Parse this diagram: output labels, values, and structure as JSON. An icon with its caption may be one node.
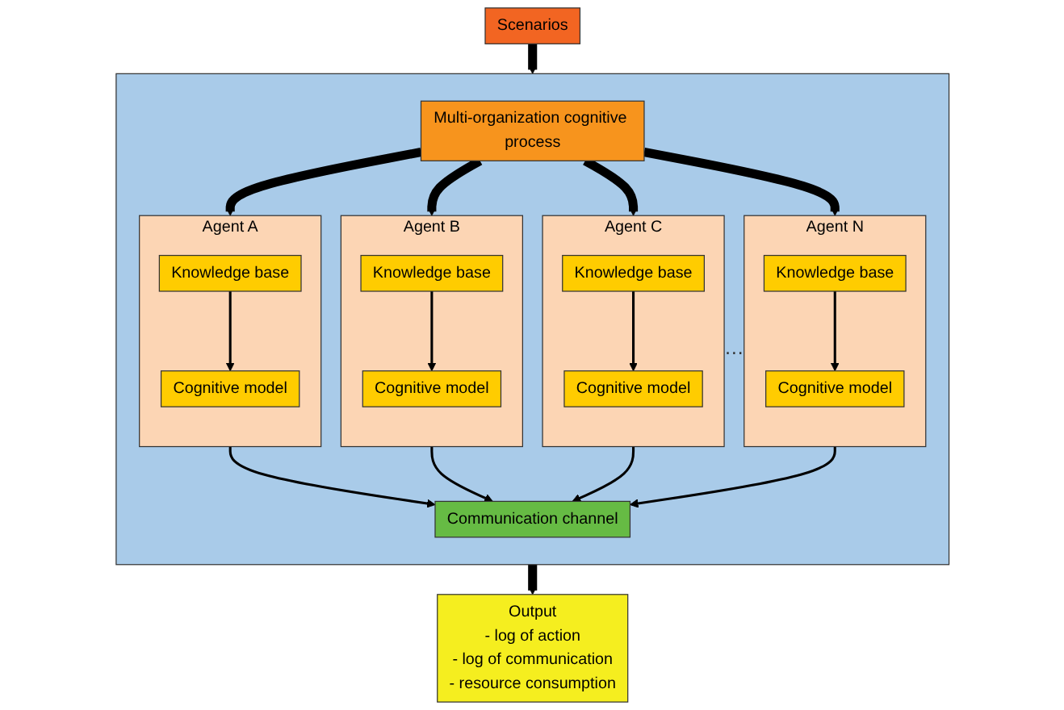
{
  "diagram": {
    "nodes": [
      {
        "text": [],
        "shape": "box"
      },
      {
        "text": [
          "Multi-organization cognitive process"
        ],
        "in": 0
      },
      {
        "text": [
          "Agent A"
        ],
        "in": 0
      },
      {
        "text": [
          "Knowledge base"
        ],
        "in": 2
      },
      {
        "text": [
          "Cognitive model"
        ],
        "in": 2
      },
      {
        "text": [
          "Agent B"
        ],
        "in": 0
      },
      {
        "text": [
          "Knowledge base"
        ],
        "in": 5
      },
      {
        "text": [
          "Cognitive model"
        ],
        "in": 5
      },
      {
        "text": [
          "Agent C"
        ],
        "in": 0
      },
      {
        "text": [
          "Knowledge base"
        ],
        "in": 8
      },
      {
        "text": [
          "Cognitive model"
        ],
        "in": 8
      },
      {
        "text": [
          "Agent N"
        ],
        "in": 0
      },
      {
        "text": [
          "Knowledge base"
        ],
        "in": 11
      },
      {
        "text": [
          "Cognitive model"
        ],
        "in": 11
      },
      {
        "text": [
          "Communication channel"
        ],
        "in": 0
      },
      {
        "text": [
          "Scenarios"
        ]
      },
      {
        "text": [
          "Output",
          "- log of action",
          "- log of communication",
          "- resource consumption"
        ]
      }
    ],
    "edges": [
      {
        "from": 1,
        "to": 2,
        "arrow": "to",
        "style": "thick"
      },
      {
        "from": 1,
        "to": 5,
        "arrow": "to",
        "style": "thick"
      },
      {
        "from": 1,
        "to": 8,
        "arrow": "to",
        "style": "thick"
      },
      {
        "from": 1,
        "to": 11,
        "arrow": "to",
        "style": "thick"
      },
      {
        "from": 3,
        "to": 4,
        "arrow": "to"
      },
      {
        "from": 6,
        "to": 7,
        "arrow": "to"
      },
      {
        "from": 9,
        "to": 10,
        "arrow": "to"
      },
      {
        "from": 12,
        "to": 13,
        "arrow": "to"
      },
      {
        "from": 2,
        "to": 14,
        "arrow": "to"
      },
      {
        "from": 5,
        "to": 14,
        "arrow": "to"
      },
      {
        "from": 8,
        "to": 14,
        "arrow": "to"
      },
      {
        "from": 11,
        "to": 14,
        "arrow": "to"
      },
      {
        "from": 15,
        "to": 0,
        "arrow": "to",
        "style": "thick"
      },
      {
        "from": 0,
        "to": 16,
        "arrow": "to",
        "style": "thick"
      }
    ],
    "labels": [
      "…"
    ]
  }
}
